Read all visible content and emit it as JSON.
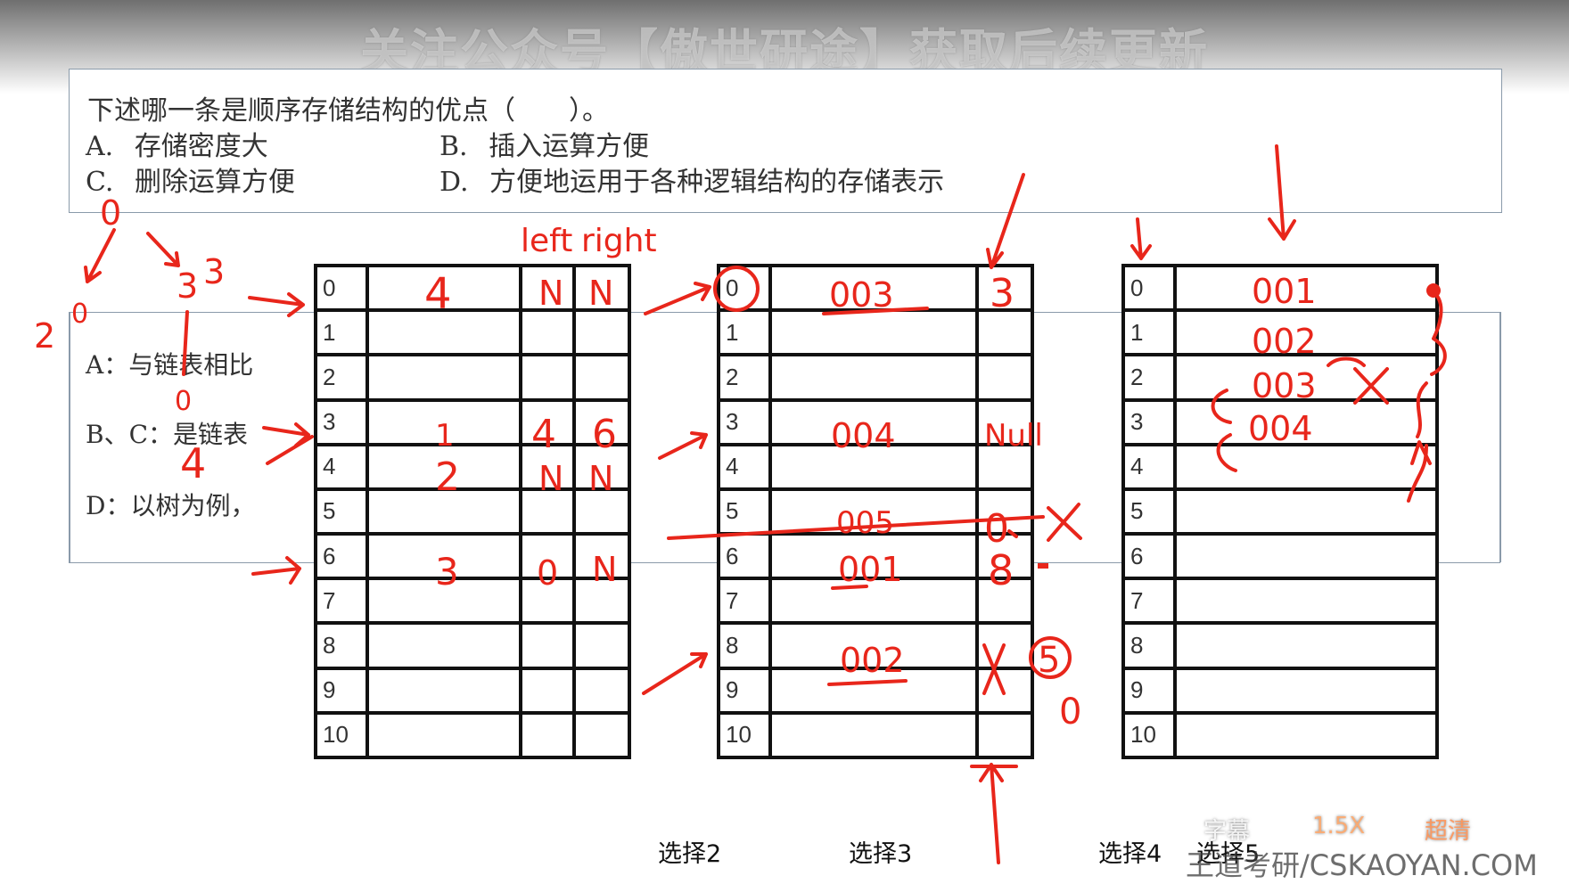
{
  "banner": "关注公众号【傲世研途】获取后续更新",
  "question": {
    "stem": "下述哪一条是顺序存储结构的优点（　　）。",
    "options": [
      {
        "label": "A.",
        "text": "存储密度大"
      },
      {
        "label": "B.",
        "text": "插入运算方便"
      },
      {
        "label": "C.",
        "text": "删除运算方便"
      },
      {
        "label": "D.",
        "text": "方便地运用于各种逻辑结构的存储表示"
      }
    ]
  },
  "explanation": [
    "A：与链表相比",
    "B、C：是链表",
    "D：以树为例，"
  ],
  "tables": {
    "indices": [
      "0",
      "1",
      "2",
      "3",
      "4",
      "5",
      "6",
      "7",
      "8",
      "9",
      "10"
    ]
  },
  "bottom_labels": [
    "选择2",
    "选择3",
    "选择4",
    "选择5"
  ],
  "player": {
    "subtitle": "字幕",
    "speed": "1.5X",
    "quality": "超清"
  },
  "watermark": "王道考研/CSKAOYAN.COM",
  "annotations": {
    "color": "#e8261b",
    "header_left": "left",
    "header_right": "right",
    "t1": {
      "r0": [
        "4",
        "N",
        "N"
      ],
      "r3": [
        "1",
        "4",
        "6"
      ],
      "r4": [
        "2",
        "N",
        "N"
      ],
      "r6": [
        "3",
        "0",
        "N"
      ]
    },
    "t2": {
      "r0": [
        "003",
        "3"
      ],
      "r3": [
        "004",
        "Null"
      ],
      "r5": [
        "005",
        "0"
      ],
      "r6": [
        "001",
        "8"
      ],
      "r8": [
        "002",
        "X",
        "5",
        "0"
      ]
    },
    "t3": {
      "r0": "001",
      "r1": "002",
      "r2": "003",
      "r3": "004"
    },
    "tree": [
      "0",
      "2",
      "0",
      "3",
      "4",
      "0"
    ]
  }
}
